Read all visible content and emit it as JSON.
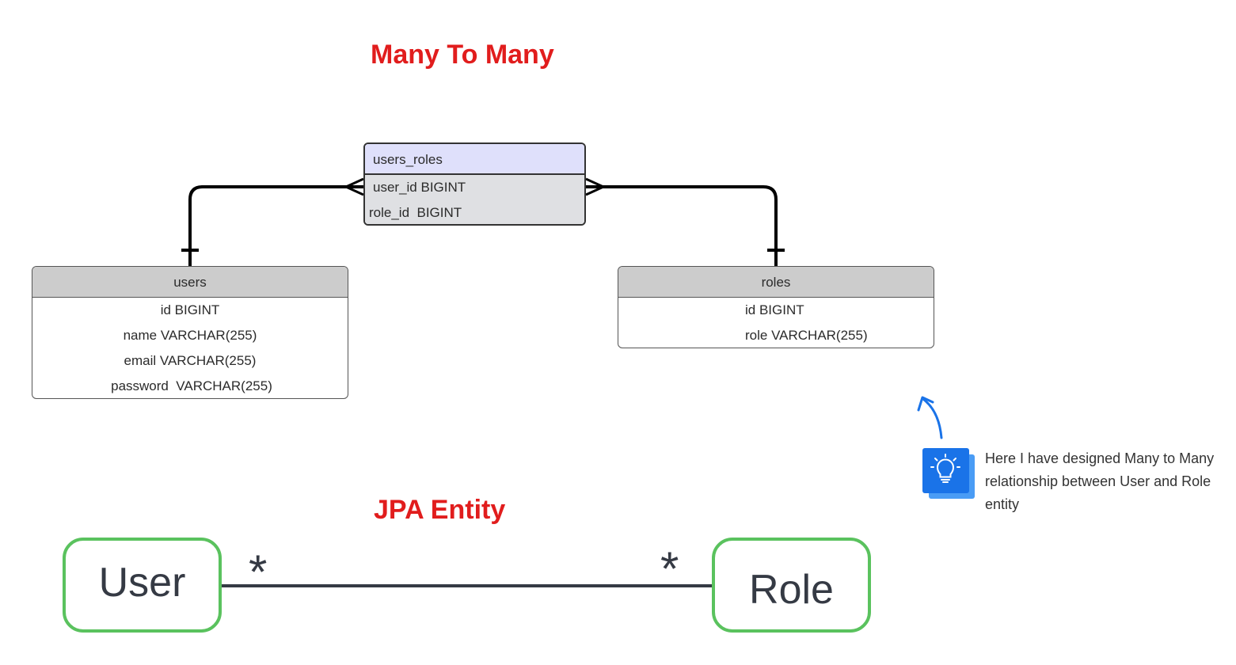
{
  "titles": {
    "er": "Many To Many",
    "jpa": "JPA Entity"
  },
  "tables": {
    "users_roles": {
      "name": "users_roles",
      "columns": [
        "user_id BIGINT",
        "role_id  BIGINT"
      ]
    },
    "users": {
      "name": "users",
      "columns": [
        "id BIGINT",
        "name VARCHAR(255)",
        "email VARCHAR(255)",
        "password  VARCHAR(255)"
      ]
    },
    "roles": {
      "name": "roles",
      "columns": [
        "id BIGINT",
        "role VARCHAR(255)"
      ]
    }
  },
  "entities": {
    "user": "User",
    "role": "Role",
    "left_multiplicity": "*",
    "right_multiplicity": "*"
  },
  "note": {
    "icon": "lightbulb-icon",
    "text": "Here  I have designed Many to Many relationship between User and  Role entity"
  },
  "colors": {
    "title": "#e11d1d",
    "entity_border": "#5ac25e",
    "junction_header": "#dfe0fb",
    "table_header": "#cccccc",
    "note_icon": "#1a73e8"
  }
}
